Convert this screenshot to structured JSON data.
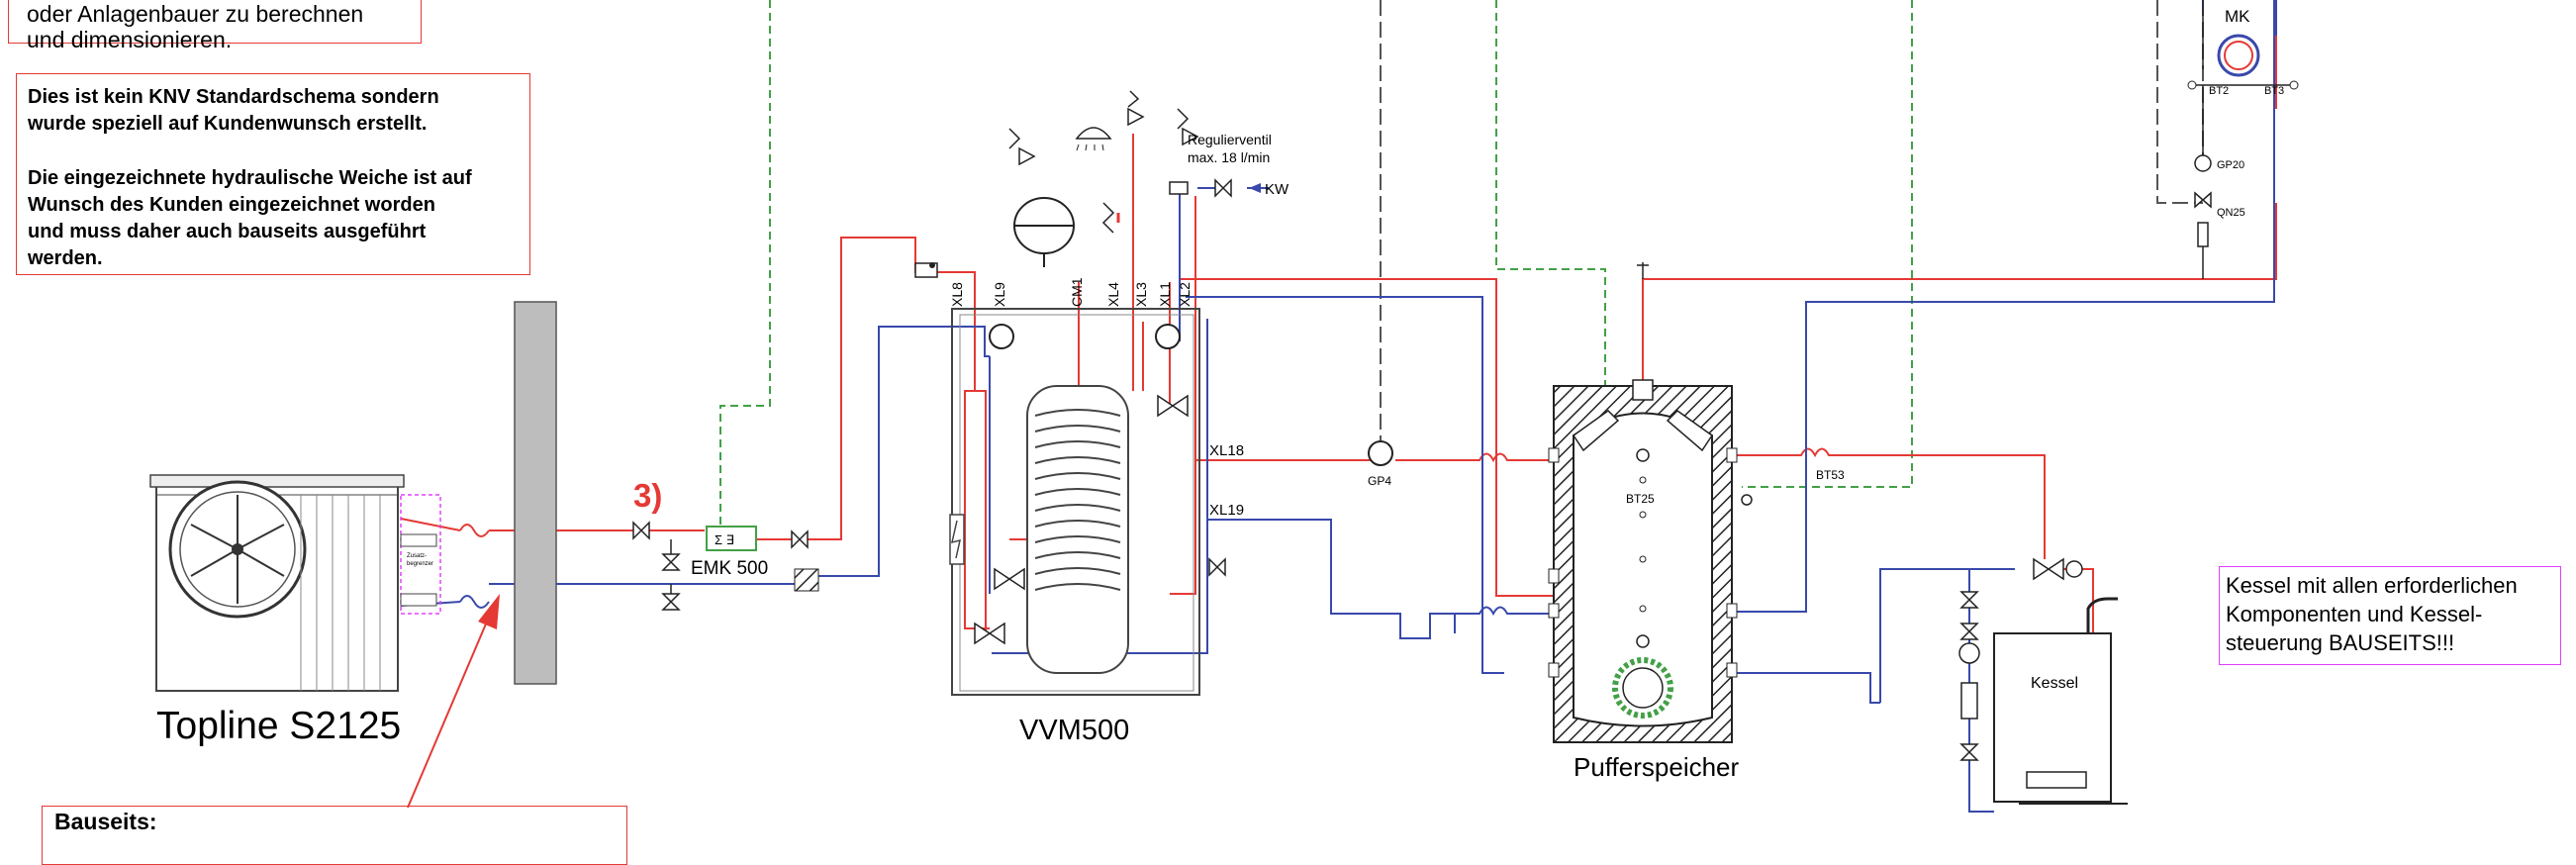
{
  "notes": {
    "top_left_line1": "oder Anlagenbauer zu berechnen",
    "top_left_line2": "und dimensionieren.",
    "custom_para1_line1": "Dies ist kein KNV Standardschema sondern",
    "custom_para1_line2": "wurde speziell auf Kundenwunsch erstellt.",
    "custom_para2_line1": "Die eingezeichnete hydraulische Weiche ist auf",
    "custom_para2_line2": "Wunsch des Kunden eingezeichnet worden",
    "custom_para2_line3": "und muss daher auch bauseits ausgeführt",
    "custom_para2_line4": "werden.",
    "bauseits": "Bauseits:",
    "kessel_note_line1": "Kessel mit allen erforderlichen",
    "kessel_note_line2": "Komponenten und Kessel-",
    "kessel_note_line3": "steuerung BAUSEITS!!!"
  },
  "components": {
    "heat_pump": "Topline S2125",
    "indoor_module": "VVM500",
    "buffer": "Pufferspeicher",
    "boiler": "Kessel",
    "emk": "EMK 500",
    "marker_3": "3)",
    "mixing_circuit": "MK",
    "heat_pump_box_label1": "Zusatz-",
    "heat_pump_box_label2": "begrenzer"
  },
  "connections": {
    "xl8": "XL8",
    "xl9": "XL9",
    "cm1": "CM1",
    "xl4": "XL4",
    "xl3": "XL3",
    "xl1": "XL1",
    "xl2": "XL2",
    "xl18": "XL18",
    "xl19": "XL19"
  },
  "sensors": {
    "gp4": "GP4",
    "bt25": "BT25",
    "bt53": "BT53",
    "bt2": "BT2",
    "bt3": "BT3",
    "gp20": "GP20",
    "qn25": "QN25"
  },
  "valves": {
    "regulier_line1": "Regulierventil",
    "regulier_line2": "max. 18 l/min",
    "kw": "KW"
  },
  "colors": {
    "supply": "#e53935",
    "return": "#3949ab",
    "signal_green": "#43a047",
    "dashed_grey": "#555555",
    "note_border_red": "#e53935",
    "note_border_pink": "#e040fb",
    "marker_red": "#e53935"
  }
}
